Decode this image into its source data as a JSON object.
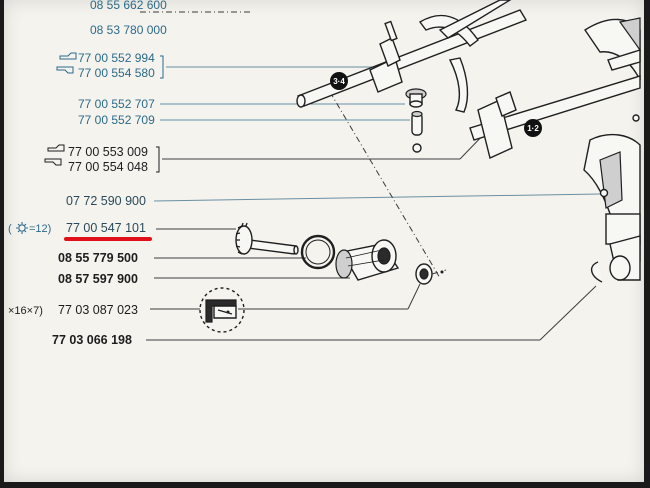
{
  "diagram": {
    "part_numbers": {
      "p1": "08 55 662 600",
      "p2": "08 53 780 000",
      "p3": "77 00 552 994",
      "p4": "77 00 554 580",
      "p5": "77 00 552 707",
      "p6": "77 00 552 709",
      "p7": "77 00 553 009",
      "p8": "77 00 554 048",
      "p9": "07 72 590 900",
      "p10": "77 00 547 101",
      "p11": "08 55 779 500",
      "p12": "08 57 597 900",
      "p13": "77 03 087 023",
      "p14": "77 03 066 198"
    },
    "annotations": {
      "gear_teeth_prefix": "=12)",
      "qty_prefix": "×16×7)"
    },
    "callouts": {
      "shaft_3_4": "3·4",
      "shaft_1_2": "1·2"
    },
    "highlight_color": "#e0101a"
  }
}
